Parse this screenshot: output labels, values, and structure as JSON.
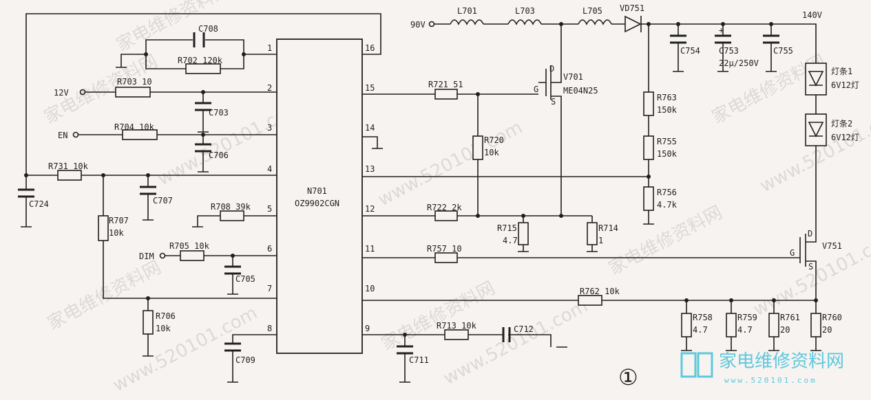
{
  "ic": {
    "ref": "N701",
    "part": "OZ9902CGN"
  },
  "pins": [
    "1",
    "2",
    "3",
    "4",
    "5",
    "6",
    "7",
    "8",
    "9",
    "10",
    "11",
    "12",
    "13",
    "14",
    "15",
    "16"
  ],
  "nets": {
    "v90": "90V",
    "v140": "140V",
    "v12": "12V",
    "en": "EN",
    "dim": "DIM"
  },
  "labels": {
    "C708": "C708",
    "R702": "R702 120k",
    "R703": "R703 10",
    "C703": "C703",
    "R704": "R704 10k",
    "C706": "C706",
    "R731": "R731 10k",
    "C724": "C724",
    "C707": "C707",
    "R707a": "R707",
    "R707b": "10k",
    "R708": "R708 39k",
    "R705": "R705 10k",
    "C705": "C705",
    "R706a": "R706",
    "R706b": "10k",
    "C709": "C709",
    "L701": "L701",
    "L703": "L703",
    "L705": "L705",
    "VD751": "VD751",
    "C754": "C754",
    "C753": "C753",
    "C753v": "22µ/250V",
    "C755": "C755",
    "V701": "V701",
    "V701p": "ME04N25",
    "R721": "R721 51",
    "R720a": "R720",
    "R720b": "10k",
    "R763a": "R763",
    "R763b": "150k",
    "R755a": "R755",
    "R755b": "150k",
    "R756a": "R756",
    "R756b": "4.7k",
    "R722": "R722 2k",
    "R715a": "R715",
    "R715b": "4.7",
    "R714a": "R714",
    "R714b": "1",
    "R757": "R757 10",
    "R762": "R762 10k",
    "R713": "R713 10k",
    "C712": "C712",
    "C711": "C711",
    "R758a": "R758",
    "R758b": "4.7",
    "R759a": "R759",
    "R759b": "4.7",
    "R761a": "R761",
    "R761b": "20",
    "R760a": "R760",
    "R760b": "20",
    "V751": "V751",
    "led1a": "灯条1",
    "led1b": "6V12灯",
    "led2a": "灯条2",
    "led2b": "6V12灯",
    "D": "D",
    "G": "G",
    "S": "S",
    "figure": "①"
  },
  "watermark": {
    "text": "家电维修资料网",
    "site": "www.520101.com",
    "logo": "家电维修资料网",
    "logo_url": "www.520101.com"
  }
}
